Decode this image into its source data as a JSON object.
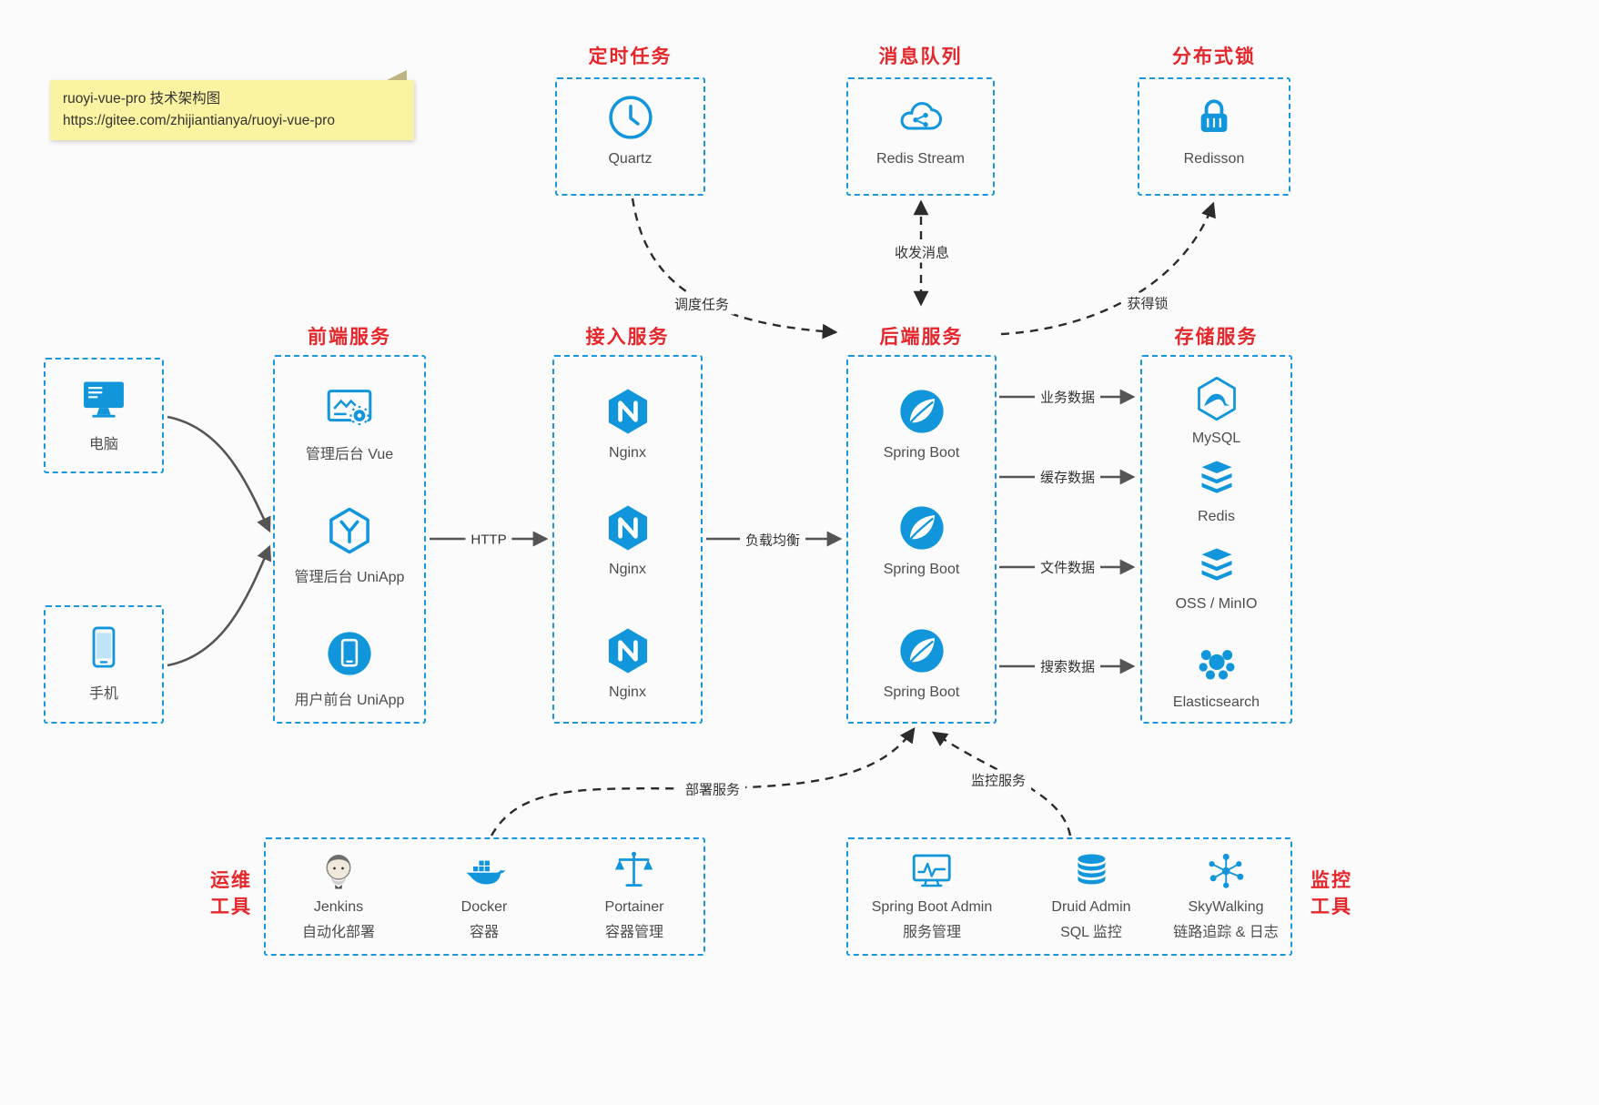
{
  "note": {
    "line1": "ruoyi-vue-pro 技术架构图",
    "line2": "https://gitee.com/zhijiantianya/ruoyi-vue-pro"
  },
  "scheduler": {
    "title": "定时任务",
    "item": "Quartz"
  },
  "mq": {
    "title": "消息队列",
    "item": "Redis Stream"
  },
  "lock": {
    "title": "分布式锁",
    "item": "Redisson"
  },
  "clients": {
    "computer": "电脑",
    "phone": "手机"
  },
  "frontend": {
    "title": "前端服务",
    "items": [
      "管理后台 Vue",
      "管理后台 UniApp",
      "用户前台 UniApp"
    ]
  },
  "gateway": {
    "title": "接入服务",
    "items": [
      "Nginx",
      "Nginx",
      "Nginx"
    ]
  },
  "backend": {
    "title": "后端服务",
    "items": [
      "Spring Boot",
      "Spring Boot",
      "Spring Boot"
    ]
  },
  "storage": {
    "title": "存储服务",
    "items": [
      "MySQL",
      "Redis",
      "OSS / MinIO",
      "Elasticsearch"
    ]
  },
  "ops": {
    "label1": "运维",
    "label2": "工具",
    "items": [
      {
        "name": "Jenkins",
        "desc": "自动化部署"
      },
      {
        "name": "Docker",
        "desc": "容器"
      },
      {
        "name": "Portainer",
        "desc": "容器管理"
      }
    ]
  },
  "monitor": {
    "label1": "监控",
    "label2": "工具",
    "items": [
      {
        "name": "Spring Boot Admin",
        "desc": "服务管理"
      },
      {
        "name": "Druid Admin",
        "desc": "SQL 监控"
      },
      {
        "name": "SkyWalking",
        "desc": "链路追踪 & 日志"
      }
    ]
  },
  "edges": {
    "http": "HTTP",
    "lb": "负载均衡",
    "biz": "业务数据",
    "cache": "缓存数据",
    "file": "文件数据",
    "search": "搜索数据",
    "schedule": "调度任务",
    "message": "收发消息",
    "acquire_lock": "获得锁",
    "deploy": "部署服务",
    "monitoring": "监控服务"
  },
  "colors": {
    "accent_blue": "#1296db",
    "accent_red": "#e5262b",
    "note_bg": "#faf3a1"
  }
}
